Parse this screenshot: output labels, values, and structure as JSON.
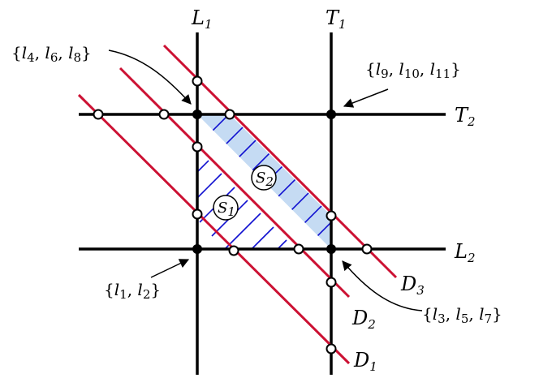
{
  "lines": {
    "L1": {
      "main": "L",
      "sub": "1"
    },
    "T1": {
      "main": "T",
      "sub": "1"
    },
    "T2": {
      "main": "T",
      "sub": "2"
    },
    "L2": {
      "main": "L",
      "sub": "2"
    },
    "D1": {
      "main": "D",
      "sub": "1"
    },
    "D2": {
      "main": "D",
      "sub": "2"
    },
    "D3": {
      "main": "D",
      "sub": "3"
    }
  },
  "regions": {
    "S1": {
      "main": "S",
      "sub": "1"
    },
    "S2": {
      "main": "S",
      "sub": "2"
    }
  },
  "sets": {
    "top_left": {
      "open": "{",
      "items": [
        {
          "main": "l",
          "sub": "4"
        },
        {
          "main": "l",
          "sub": "6"
        },
        {
          "main": "l",
          "sub": "8"
        }
      ],
      "close": "}"
    },
    "top_right": {
      "open": "{",
      "items": [
        {
          "main": "l",
          "sub": "9"
        },
        {
          "main": "l",
          "sub": "10"
        },
        {
          "main": "l",
          "sub": "11"
        }
      ],
      "close": "}"
    },
    "bottom_left": {
      "open": "{",
      "items": [
        {
          "main": "l",
          "sub": "1"
        },
        {
          "main": "l",
          "sub": "2"
        }
      ],
      "close": "}"
    },
    "bottom_right": {
      "open": "{",
      "items": [
        {
          "main": "l",
          "sub": "3"
        },
        {
          "main": "l",
          "sub": "5"
        },
        {
          "main": "l",
          "sub": "7"
        }
      ],
      "close": "}"
    }
  },
  "colors": {
    "axis": "#000000",
    "diagonal": "#cc1133",
    "fill": "#c5dbf3",
    "hatch": "#1010d0"
  }
}
